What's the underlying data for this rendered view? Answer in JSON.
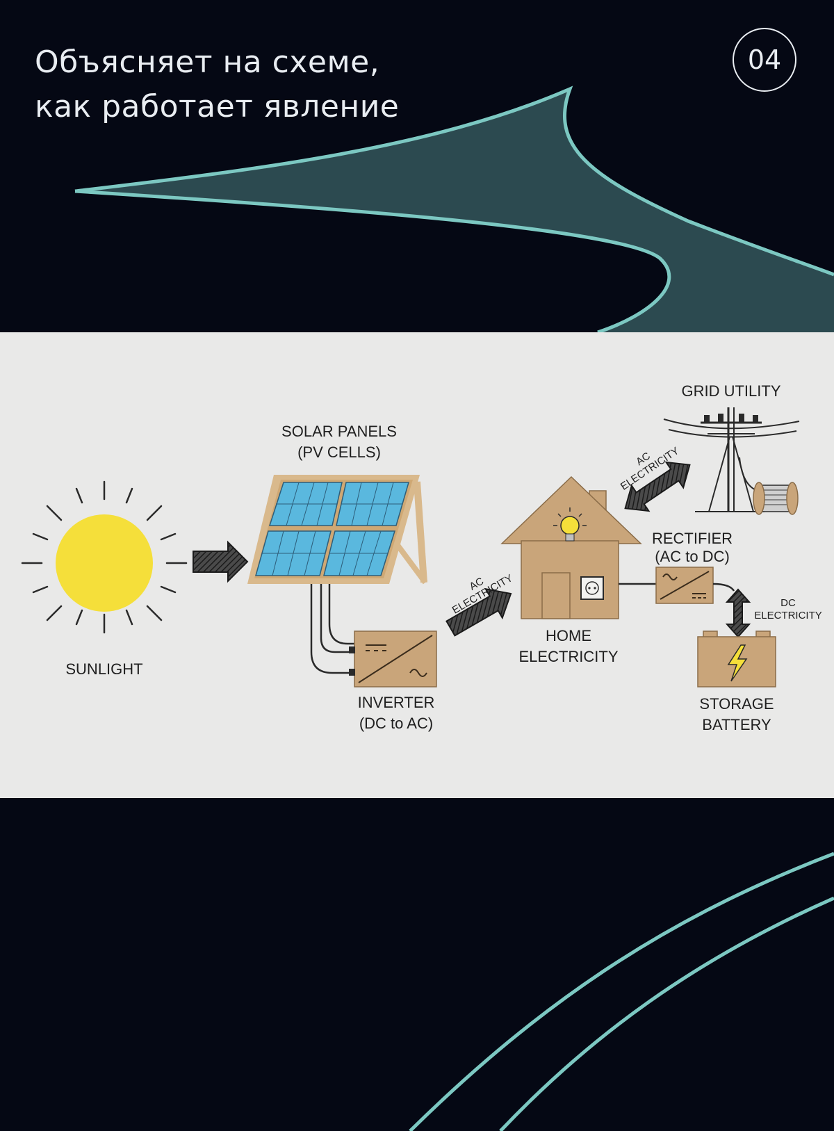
{
  "header": {
    "title_line1": "Объясняет на схеме,",
    "title_line2": "как работает явление",
    "slide_number": "04"
  },
  "diagram": {
    "sunlight": "SUNLIGHT",
    "solar_panels_line1": "SOLAR PANELS",
    "solar_panels_line2": "(PV CELLS)",
    "inverter_line1": "INVERTER",
    "inverter_line2": "(DC to AC)",
    "ac_electricity_1_line1": "AC",
    "ac_electricity_1_line2": "ELECTRICITY",
    "home_line1": "HOME",
    "home_line2": "ELECTRICITY",
    "ac_electricity_2_line1": "AC",
    "ac_electricity_2_line2": "ELECTRICITY",
    "grid_utility": "GRID UTILITY",
    "rectifier_line1": "RECTIFIER",
    "rectifier_line2": "(AC to DC)",
    "dc_electricity_line1": "DC",
    "dc_electricity_line2": "ELECTRICITY",
    "battery_line1": "STORAGE",
    "battery_line2": "BATTERY"
  },
  "colors": {
    "background": "#050814",
    "accent_teal": "#7cc8c2",
    "ribbon_fill": "#2c4a50",
    "cardboard": "#c9a57a",
    "sun": "#f5df3a",
    "panel_cell": "#5ab8de"
  }
}
